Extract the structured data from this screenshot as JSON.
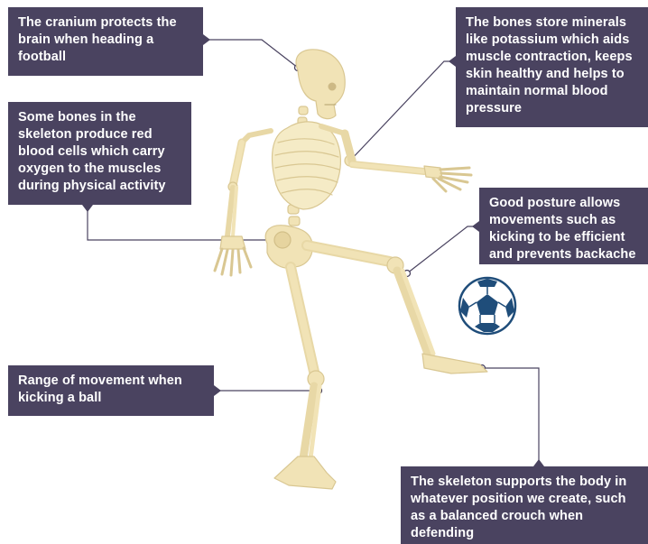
{
  "labels": {
    "cranium": "The cranium protects the\nbrain when heading a\nfootball",
    "minerals": "The bones store minerals\nlike potassium which aids\nmuscle contraction, keeps\nskin healthy and helps to\nmaintain normal blood\npressure",
    "blood": "Some bones in the\nskeleton produce red\nblood cells which carry\noxygen to the muscles\nduring physical activity",
    "posture": "Good posture allows\nmovements such as\nkicking to be efficient\nand prevents backache",
    "range": "Range of movement when\nkicking a ball",
    "support": "The skeleton supports the body in\nwhatever position we create, such\nas a balanced crouch when\ndefending"
  },
  "colors": {
    "box": "#4a4360",
    "bone": "#f1e3b6",
    "bone_edge": "#d9c792",
    "ball": "#1f4d7a",
    "line": "#4a4360"
  },
  "icons": {
    "skeleton": "skeleton-figure",
    "ball": "football-icon"
  }
}
